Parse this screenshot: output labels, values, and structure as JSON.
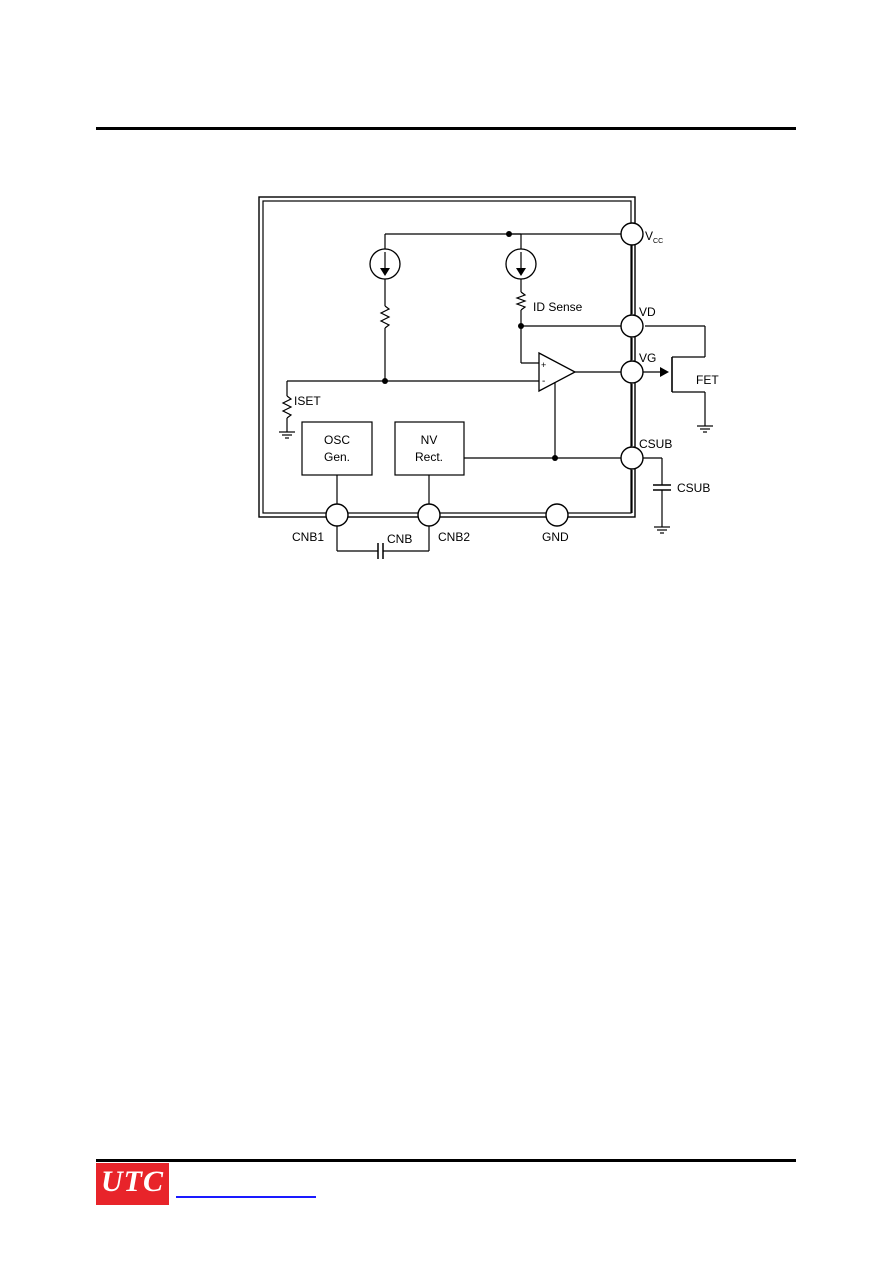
{
  "footer": {
    "logo_text": "UTC",
    "link_text": ""
  },
  "diagram": {
    "pins": {
      "vcc": "V",
      "vcc_sub": "CC",
      "vd": "VD",
      "vg": "VG",
      "csub": "CSUB",
      "cnb1": "CNB1",
      "cnb2": "CNB2",
      "gnd": "GND"
    },
    "labels": {
      "id_sense": "ID Sense",
      "iset": "ISET",
      "fet": "FET",
      "csub_cap": "CSUB",
      "cnb_cap": "CNB"
    },
    "blocks": {
      "osc_line1": "OSC",
      "osc_line2": "Gen.",
      "nv_line1": "NV",
      "nv_line2": "Rect."
    },
    "opamp": {
      "plus": "+",
      "minus": "-"
    }
  }
}
